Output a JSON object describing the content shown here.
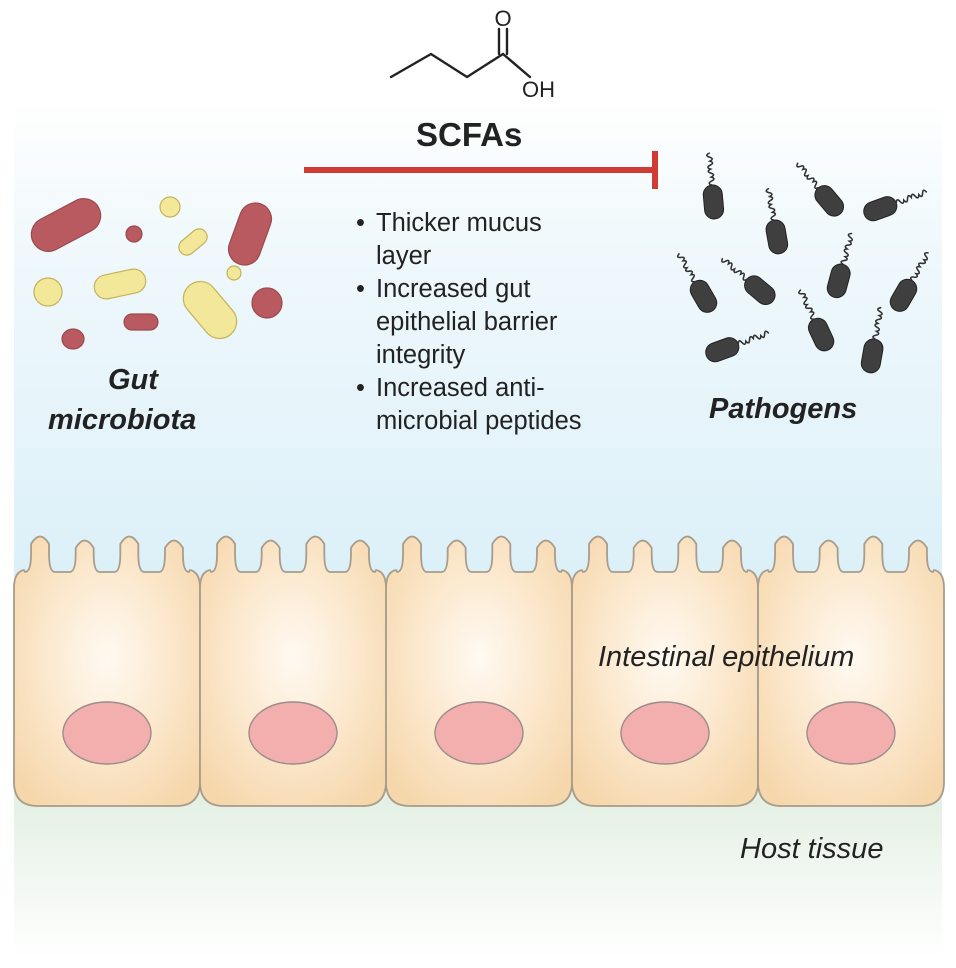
{
  "molecule": {
    "o_label": "O",
    "oh_label": "OH"
  },
  "labels": {
    "scfas": "SCFAs",
    "gut": "Gut",
    "microbiota": "microbiota",
    "pathogens": "Pathogens",
    "intestinal_epithelium": "Intestinal epithelium",
    "host_tissue": "Host tissue"
  },
  "bullet_marker": "•",
  "effects": [
    {
      "text": "Thicker mucus\nlayer"
    },
    {
      "text": "Increased gut\nepithelial barrier\nintegrity"
    },
    {
      "text": "Increased anti-\nmicrobial peptides"
    }
  ],
  "colors": {
    "inhibition_line": "#d23a35",
    "microbe_red": "#b85a5f",
    "microbe_yellow": "#f3e79a",
    "pathogen": "#3f3f3f",
    "cell_fill": "#f8ddb6",
    "cell_stroke": "#a89c8c",
    "nucleus": "#f3aeae",
    "lumen_blue": "#dcf0f8",
    "tissue_green": "#e5f0e5"
  }
}
